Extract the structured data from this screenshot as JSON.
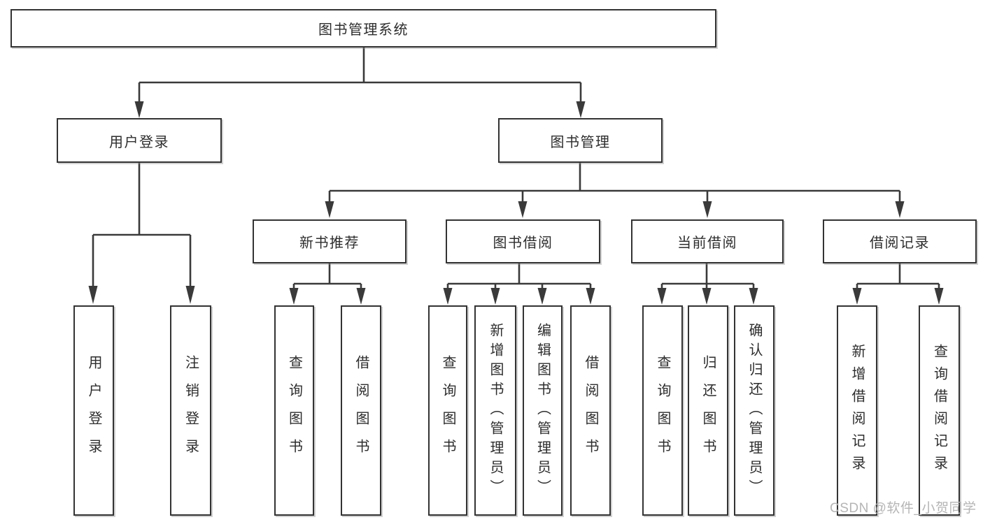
{
  "nodes": {
    "root": "图书管理系统",
    "user_login": "用户登录",
    "book_management": "图书管理",
    "user_login_children": [
      "用户登录",
      "注销登录"
    ],
    "modules": [
      "新书推荐",
      "图书借阅",
      "当前借阅",
      "借阅记录"
    ],
    "new_book_children": [
      "查询图书",
      "借阅图书"
    ],
    "book_borrow_children": [
      "查询图书",
      "新增图书（管理员）",
      "编辑图书（管理员）",
      "借阅图书"
    ],
    "current_borrow_children": [
      "查询图书",
      "归还图书",
      "确认归还（管理员）"
    ],
    "borrow_record_children": [
      "新增借阅记录",
      "查询借阅记录"
    ]
  },
  "watermark": "CSDN @软件_小贺同学",
  "colors": {
    "background": "#ffffff",
    "line": "#3a3a3a",
    "border": "#333333",
    "text": "#2d2d2d",
    "watermark": "#b5b5b5"
  }
}
